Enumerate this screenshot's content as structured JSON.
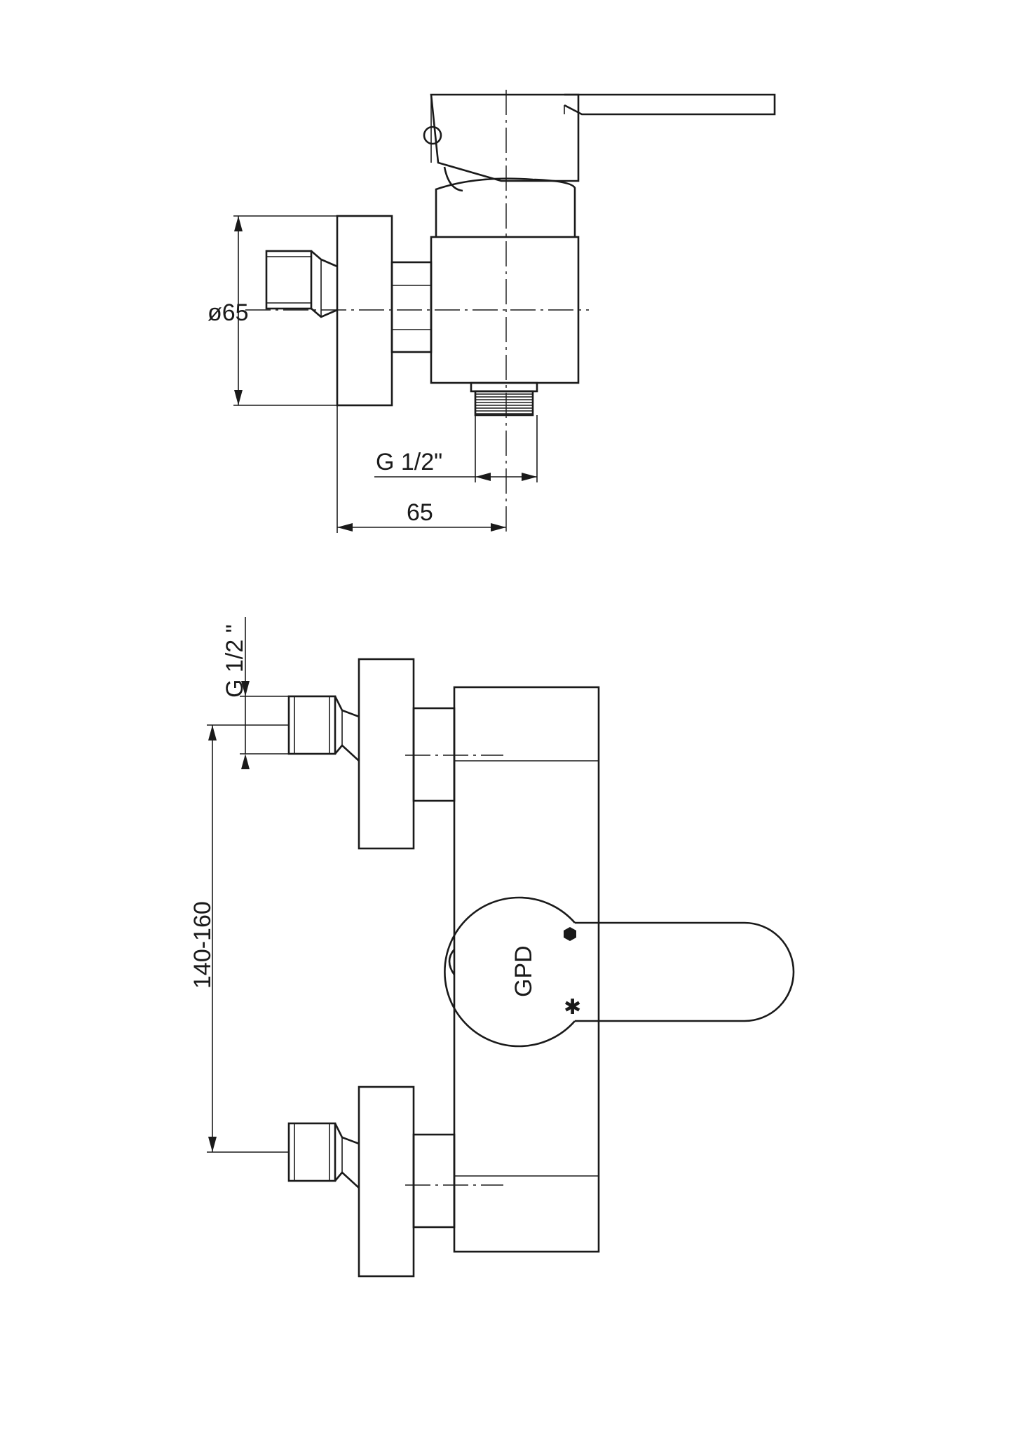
{
  "side_view": {
    "diameter_label": "ø65",
    "outlet_thread_label": "G 1/2\"",
    "depth_label": "65"
  },
  "front_view": {
    "inlet_thread_label": "G 1/2 \"",
    "spacing_label": "140-160",
    "logo_text": "GPD"
  },
  "colors": {
    "line": "#1a1a1a",
    "background": "#ffffff"
  }
}
